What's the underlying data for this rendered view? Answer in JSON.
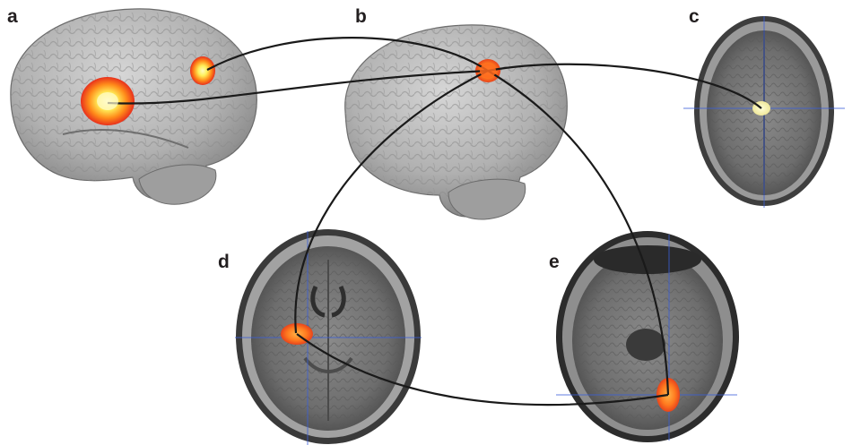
{
  "figure": {
    "panels": [
      {
        "label": "a"
      },
      {
        "label": "b"
      },
      {
        "label": "c"
      },
      {
        "label": "d"
      },
      {
        "label": "e"
      }
    ]
  },
  "colors": {
    "background": "#ffffff",
    "brain_surface": "#a9a9a9",
    "mri_gray": "#6d6d6d",
    "crosshair": "#3a5fd9",
    "activation_core": "#fff79a",
    "activation_mid": "#ff8c1a",
    "activation_edge": "#e8301c",
    "connector_line": "#1a1a1a"
  }
}
